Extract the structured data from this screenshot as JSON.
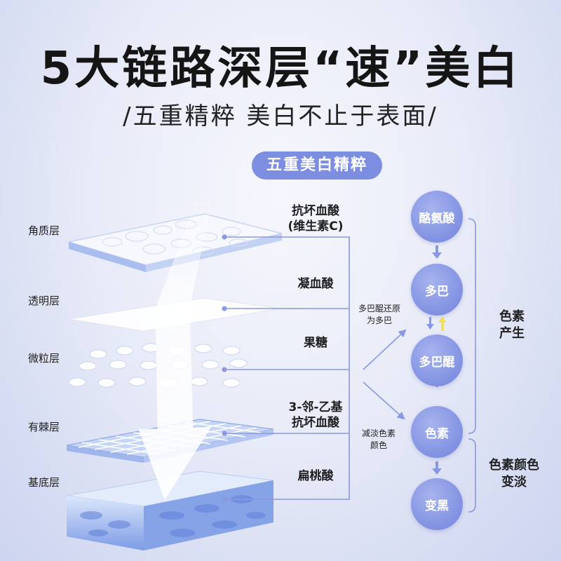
{
  "header": {
    "title": "5大链路深层“速”美白",
    "subtitle": "/五重精粹 美白不止于表面/"
  },
  "pill_label": "五重美白精粹",
  "skin_layers": [
    "角质层",
    "透明层",
    "微粒层",
    "有棘层",
    "基底层"
  ],
  "ingredients": {
    "i1_line1": "抗坏血酸",
    "i1_line2": "(维生素C)",
    "i2": "凝血酸",
    "i3": "果糖",
    "i4_line1": "3-邻-乙基",
    "i4_line2": "抗坏血酸",
    "i5": "扁桃酸"
  },
  "notes": {
    "reduce_line1": "多巴醌还原",
    "reduce_line2": "为多巴",
    "fade_line1": "减淡色素",
    "fade_line2": "颜色"
  },
  "pathway": [
    "酪氨酸",
    "多巴",
    "多巴醌",
    "色素",
    "变黑"
  ],
  "side_labels": {
    "produce_line1": "色素",
    "produce_line2": "产生",
    "fade_line1": "色素颜色",
    "fade_line2": "变淡"
  },
  "colors": {
    "accent": "#7d8de0",
    "circle": "#8696e3",
    "line": "#8a98e0",
    "arrow_yellow": "#f2df5a"
  }
}
